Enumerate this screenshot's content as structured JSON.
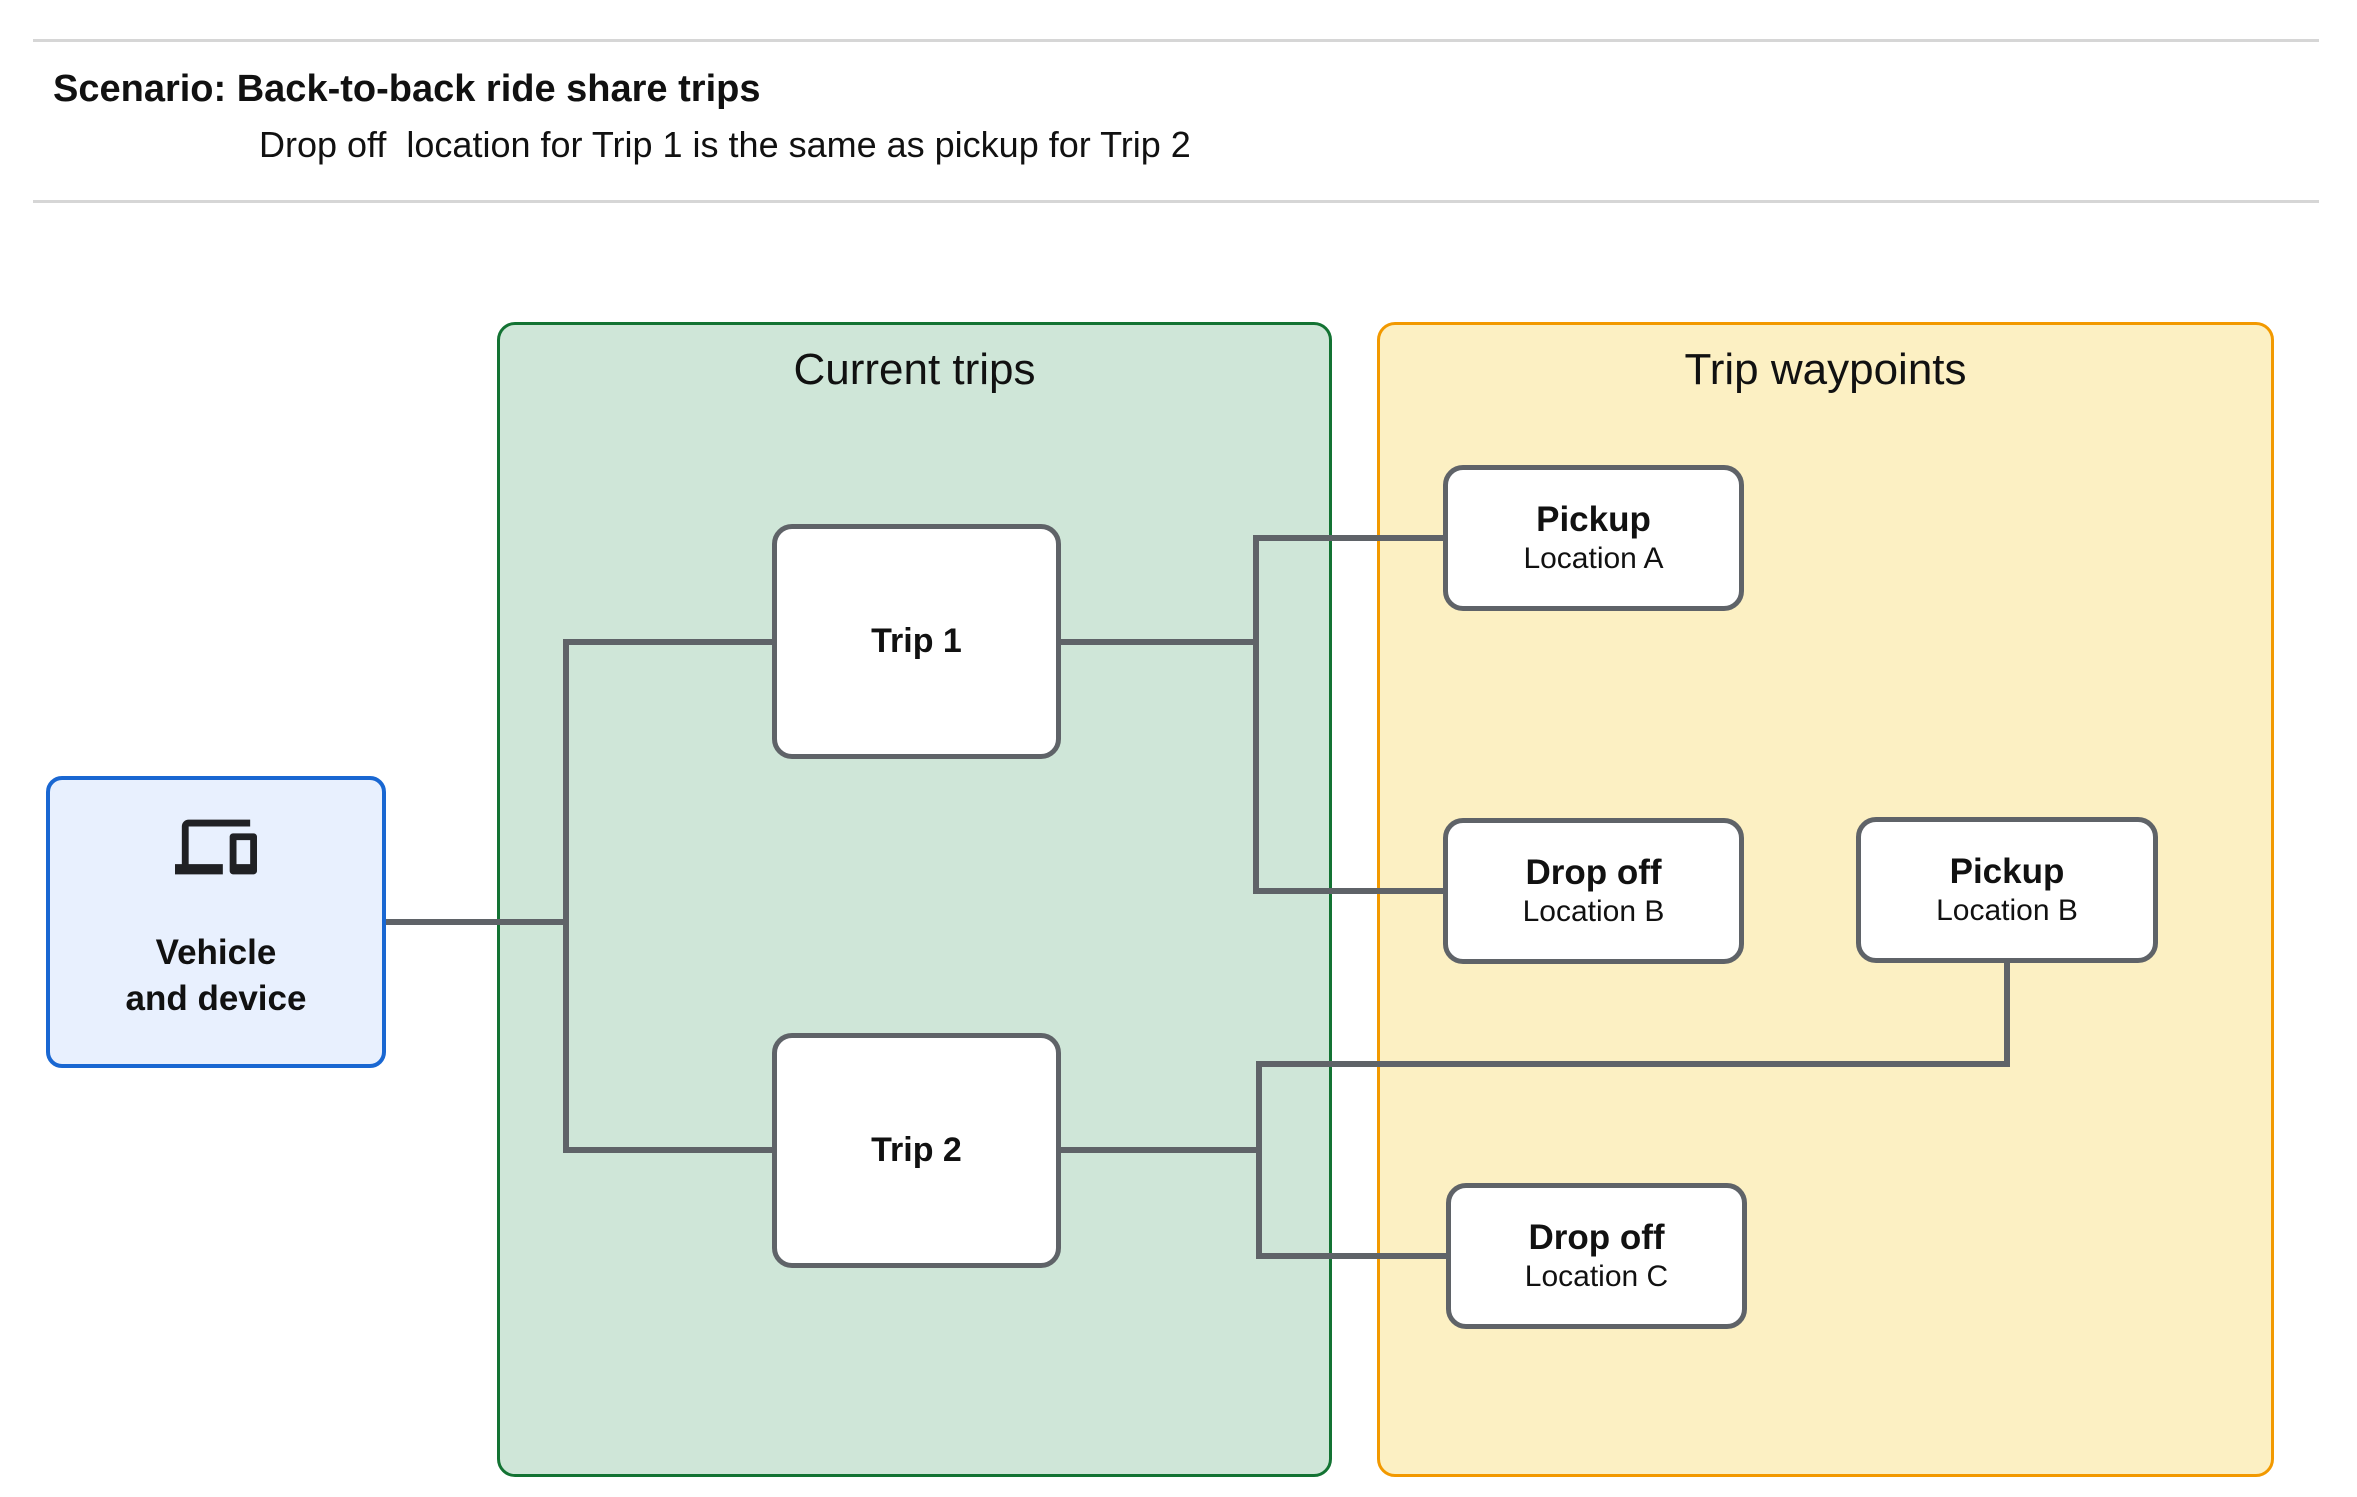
{
  "page": {
    "title": "Scenario: Back-to-back ride share trips",
    "subtitle": "Drop off  location for Trip 1 is the same as pickup for Trip 2"
  },
  "vehicle": {
    "icon": "devices-icon",
    "line1": "Vehicle",
    "line2": "and device"
  },
  "groups": [
    {
      "title": "Current trips"
    },
    {
      "title": "Trip waypoints"
    }
  ],
  "trips": [
    {
      "label": "Trip 1"
    },
    {
      "label": "Trip 2"
    }
  ],
  "waypoints": [
    {
      "title": "Pickup",
      "subtitle": "Location A"
    },
    {
      "title": "Drop off",
      "subtitle": "Location B"
    },
    {
      "title": "Pickup",
      "subtitle": "Location B"
    },
    {
      "title": "Drop off",
      "subtitle": "Location C"
    }
  ],
  "colors": {
    "current_trips_fill": "#cfe6d8",
    "current_trips_border": "#137333",
    "waypoints_fill": "#fcf0c3",
    "waypoints_border": "#f29900",
    "vehicle_fill": "#e8f0fe",
    "vehicle_border": "#1967d2",
    "node_border": "#5f6368",
    "connector": "#5f6368",
    "divider": "#d6d6d6"
  }
}
